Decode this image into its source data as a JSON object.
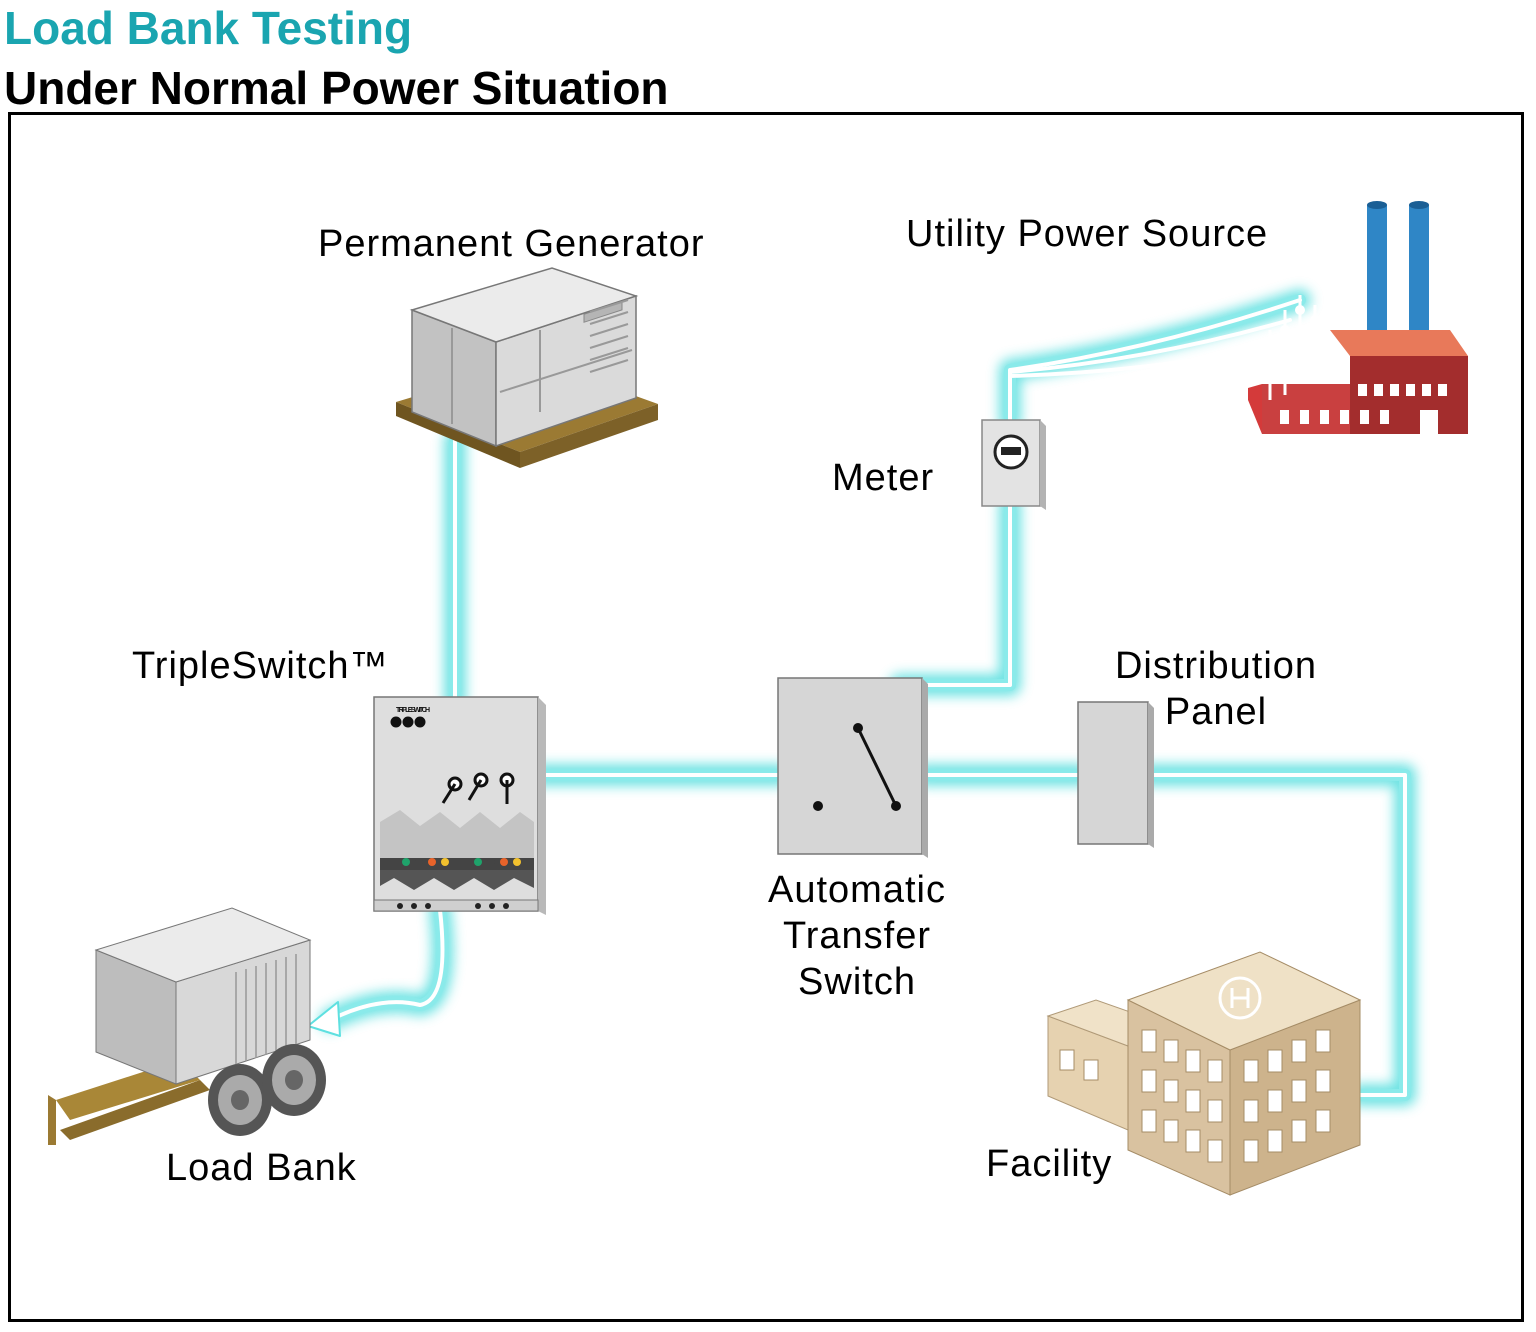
{
  "title": "Load Bank Testing",
  "subtitle": "Under Normal Power Situation",
  "labels": {
    "generator": "Permanent Generator",
    "utility": "Utility Power Source",
    "meter": "Meter",
    "tripleswitch": "TripleSwitch™",
    "ats_line1": "Automatic",
    "ats_line2": "Transfer",
    "ats_line3": "Switch",
    "panel_line1": "Distribution",
    "panel_line2": "Panel",
    "loadbank": "Load Bank",
    "facility": "Facility"
  },
  "logo_text": "TRIPLE SWITCH",
  "colors": {
    "title": "#1aa5b0",
    "glow": "#5ee0e0",
    "wire": "#ffffff",
    "equipment_gray": "#d4d4d4",
    "pallet": "#9b7a33",
    "factory_red": "#a32d2d",
    "chimney_blue": "#2f86c6",
    "facility_tan": "#d9c2a0"
  }
}
